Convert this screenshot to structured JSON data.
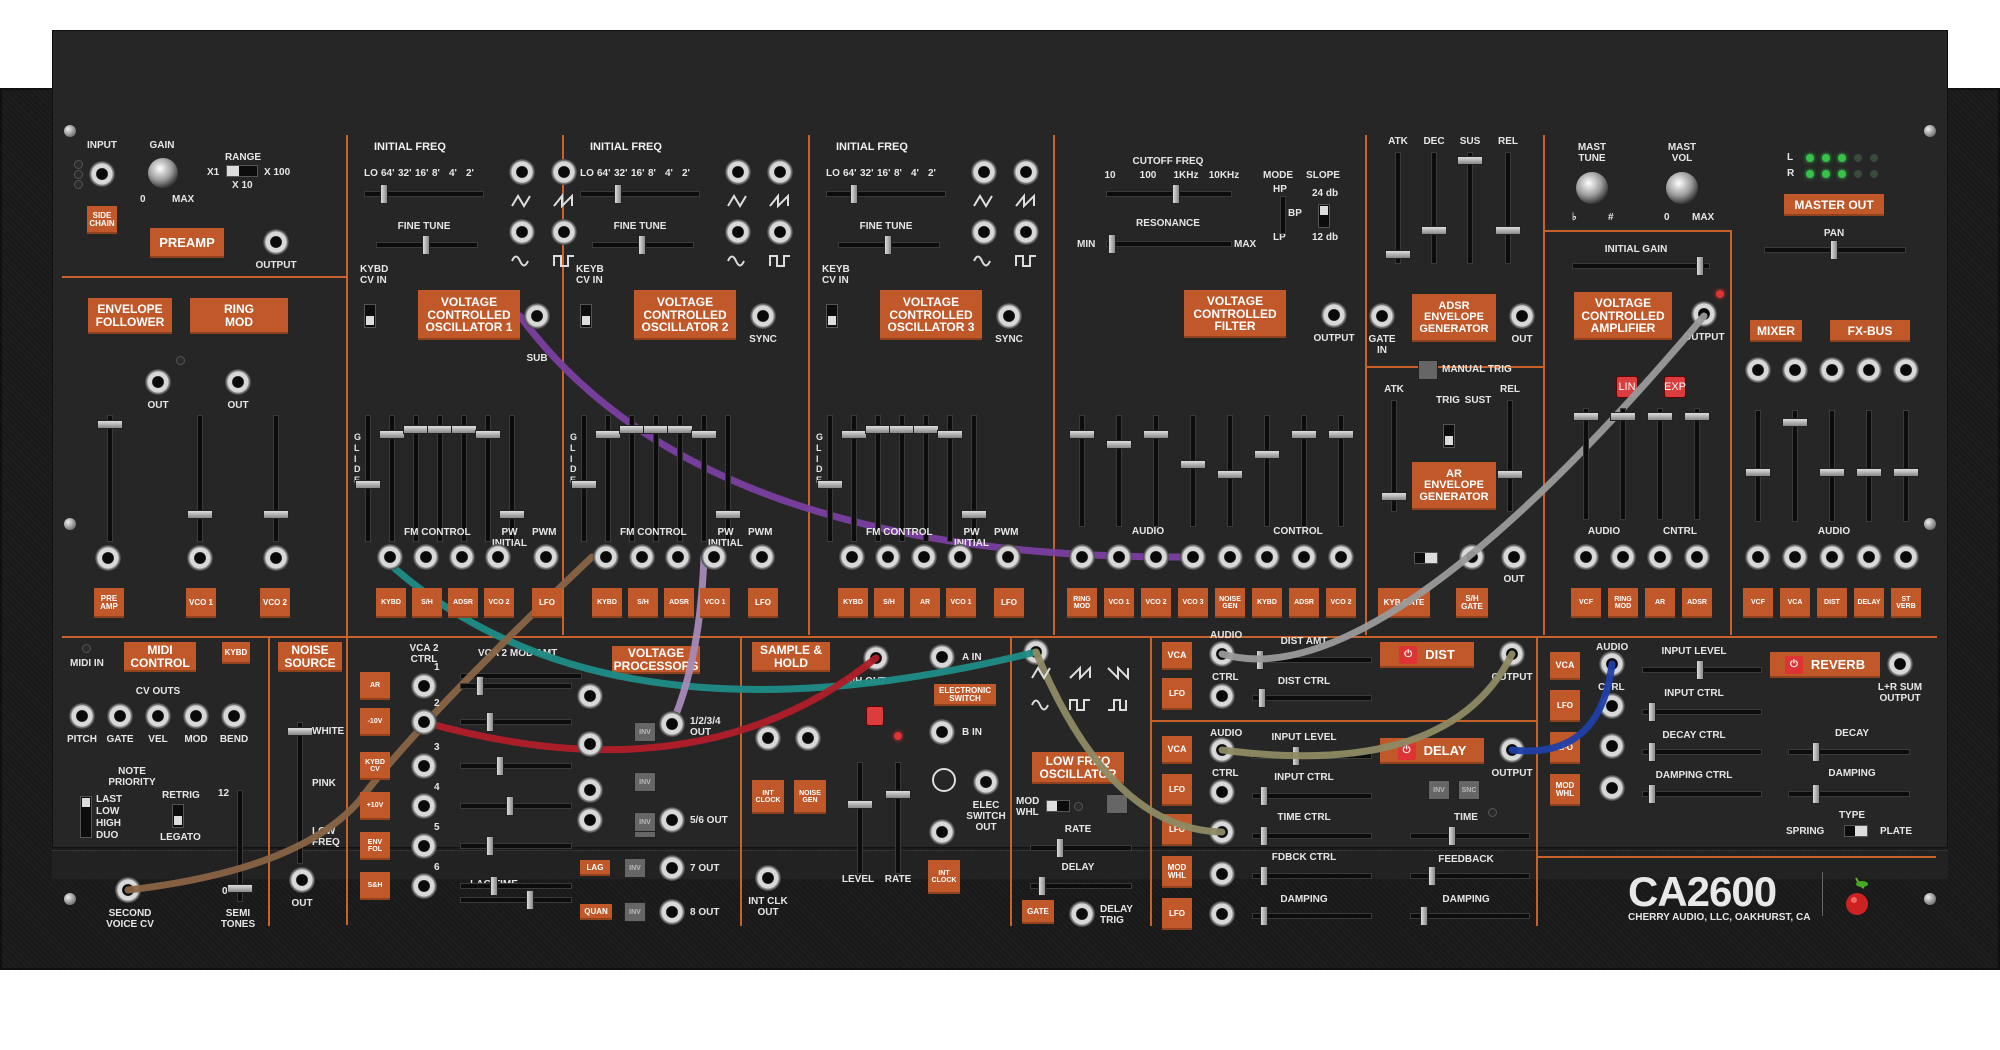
{
  "brand": {
    "name": "CA2600",
    "company": "CHERRY AUDIO, LLC, OAKHURST, CA"
  },
  "preamp": {
    "input": "INPUT",
    "gain": "GAIN",
    "range": "RANGE",
    "x1": "X1",
    "x10": "X 10",
    "x100": "X 100",
    "zero": "0",
    "max": "MAX",
    "side_chain": "SIDE\nCHAIN",
    "title": "PREAMP",
    "output": "OUTPUT"
  },
  "env_follower": {
    "title": "ENVELOPE\nFOLLOWER",
    "ring_mod": "RING\nMOD",
    "out1": "OUT",
    "out2": "OUT"
  },
  "vco": {
    "initial_freq": "INITIAL FREQ",
    "ranges": [
      "LO",
      "64'",
      "32'",
      "16'",
      "8'",
      "4'",
      "2'"
    ],
    "fine_tune": "FINE TUNE",
    "kybd_cv_in": "KYBD\nCV IN",
    "keyb_cv_in": "KEYB\nCV IN",
    "titles": [
      "VOLTAGE\nCONTROLLED\nOSCILLATOR 1",
      "VOLTAGE\nCONTROLLED\nOSCILLATOR 2",
      "VOLTAGE\nCONTROLLED\nOSCILLATOR 3"
    ],
    "sub": "SUB",
    "sync": "SYNC",
    "glide": "G\nL\nI\nD\nE",
    "fm_control": "FM CONTROL",
    "pw_initial": "PW\nINITIAL",
    "pwm": "PWM",
    "sources": [
      "KYBD",
      "S/H",
      "ADSR",
      "VCO 2",
      "LFO"
    ],
    "sources2": [
      "KYBD",
      "S/H",
      "ADSR",
      "VCO 1",
      "LFO"
    ],
    "sources3": [
      "KYBD",
      "S/H",
      "AR",
      "VCO 1",
      "LFO"
    ]
  },
  "vcf": {
    "cutoff": "CUTOFF FREQ",
    "marks": [
      "10",
      "100",
      "1KHz",
      "10KHz"
    ],
    "mode": "MODE",
    "slope": "SLOPE",
    "hp": "HP",
    "bp": "BP",
    "lp": "LP",
    "db24": "24 db",
    "db12": "12 db",
    "resonance": "RESONANCE",
    "min": "MIN",
    "max": "MAX",
    "title": "VOLTAGE\nCONTROLLED\nFILTER",
    "output": "OUTPUT",
    "audio": "AUDIO",
    "control": "CONTROL",
    "sources": [
      "RING\nMOD",
      "VCO 1",
      "VCO 2",
      "VCO 3",
      "NOISE\nGEN",
      "KYBD",
      "ADSR",
      "VCO 2"
    ]
  },
  "adsr": {
    "atk": "ATK",
    "dec": "DEC",
    "sus": "SUS",
    "rel": "REL",
    "gate_in": "GATE\nIN",
    "title": "ADSR\nENVELOPE\nGENERATOR",
    "out": "OUT",
    "manual_trig": "MANUAL TRIG"
  },
  "ar": {
    "atk": "ATK",
    "rel": "REL",
    "trig": "TRIG",
    "sust": "SUST",
    "title": "AR\nENVELOPE\nGENERATOR",
    "kyb_gate": "KYB GATE",
    "sh_gate": "S/H\nGATE",
    "out": "OUT"
  },
  "vca": {
    "mast_tune": "MAST\nTUNE",
    "mast_vol": "MAST\nVOL",
    "b": "♭",
    "s": "#",
    "zero": "0",
    "max": "MAX",
    "initial_gain": "INITIAL GAIN",
    "title": "VOLTAGE\nCONTROLLED\nAMPLIFIER",
    "output": "OUTPUT",
    "lin": "LIN",
    "exp": "EXP",
    "audio": "AUDIO",
    "cntrl": "CNTRL",
    "sources": [
      "VCF",
      "RING\nMOD",
      "AR",
      "ADSR"
    ]
  },
  "master": {
    "l": "L",
    "r": "R",
    "title": "MASTER OUT",
    "pan": "PAN",
    "mixer": "MIXER",
    "fxbus": "FX-BUS",
    "audio": "AUDIO",
    "sources": [
      "VCF",
      "VCA",
      "DIST",
      "DELAY",
      "ST\nVERB"
    ]
  },
  "midi": {
    "midi_in": "MIDI IN",
    "title": "MIDI\nCONTROL",
    "kybd": "KYBD",
    "cv_outs": "CV OUTS",
    "jacks": [
      "PITCH",
      "GATE",
      "VEL",
      "MOD",
      "BEND"
    ],
    "note_priority": "NOTE\nPRIORITY",
    "last": "LAST",
    "low": "LOW",
    "high": "HIGH",
    "duo": "DUO",
    "retrig": "RETRIG",
    "legato": "LEGATO",
    "second_voice": "SECOND\nVOICE CV",
    "semi_tones": "SEMI\nTONES",
    "twelve": "12",
    "zero": "0"
  },
  "noise": {
    "title": "NOISE\nSOURCE",
    "white": "WHITE",
    "pink": "PINK",
    "low_freq": "LOW\nFREQ",
    "out": "OUT"
  },
  "vp": {
    "vca2_ctrl": "VCA 2\nCTRL",
    "vca2_mod": "VCA 2 MOD AMT",
    "title": "VOLTAGE\nPROCESSORS",
    "sources": [
      "AR",
      "-10V",
      "KYBD\nCV",
      "+10V",
      "ENV\nFOL",
      "S&H"
    ],
    "nums": [
      "1",
      "2",
      "3",
      "4",
      "5",
      "6",
      "7",
      "8"
    ],
    "out1234": "1/2/3/4\nOUT",
    "out56": "5/6 OUT",
    "out7": "7 OUT",
    "out8": "8 OUT",
    "inv": "INV",
    "lag": "LAG",
    "quan": "QUAN",
    "lag_time": "LAG TIME"
  },
  "sh": {
    "title": "SAMPLE &\nHOLD",
    "sh_out": "S/H OUT",
    "int_clock": "INT\nCLOCK",
    "noise_gen": "NOISE\nGEN",
    "level": "LEVEL",
    "rate": "RATE",
    "int_clk_out": "INT CLK\nOUT",
    "a_in": "A IN",
    "b_in": "B IN",
    "elec_switch": "ELECTRONIC\nSWITCH",
    "elec_switch_out": "ELEC\nSWITCH\nOUT",
    "int_clock2": "INT\nCLOCK"
  },
  "lfo": {
    "title": "LOW FREQ\nOSCILLATOR",
    "mod_whl": "MOD\nWHL",
    "rate": "RATE",
    "delay": "DELAY",
    "gate": "GATE",
    "delay_trig": "DELAY\nTRIG"
  },
  "dist": {
    "vca": "VCA",
    "audio": "AUDIO",
    "ctrl": "CTRL",
    "lfo": "LFO",
    "dist_amt": "DIST AMT",
    "dist_ctrl": "DIST CTRL",
    "title": "DIST",
    "output": "OUTPUT"
  },
  "delay": {
    "vca": "VCA",
    "audio": "AUDIO",
    "ctrl": "CTRL",
    "lfo": "LFO",
    "mod_whl": "MOD\nWHL",
    "input_level": "INPUT LEVEL",
    "input_ctrl": "INPUT CTRL",
    "time_ctrl": "TIME CTRL",
    "fdbck_ctrl": "FDBCK CTRL",
    "damping": "DAMPING",
    "title": "DELAY",
    "output": "OUTPUT",
    "time": "TIME",
    "feedback": "FEEDBACK",
    "damping2": "DAMPING",
    "inv": "INV",
    "sync": "SNC"
  },
  "reverb": {
    "vca": "VCA",
    "audio": "AUDIO",
    "ctrl": "CTRL",
    "lfo": "LFO",
    "mod_whl": "MOD\nWHL",
    "input_level": "INPUT LEVEL",
    "input_ctrl": "INPUT CTRL",
    "decay_ctrl": "DECAY CTRL",
    "damping_ctrl": "DAMPING CTRL",
    "title": "REVERB",
    "lr_sum": "L+R SUM\nOUTPUT",
    "decay": "DECAY",
    "damping": "DAMPING",
    "type": "TYPE",
    "spring": "SPRING",
    "plate": "PLATE"
  },
  "colors": {
    "orange": "#c0582a",
    "panel": "#262626",
    "cable_purple": "#7a3fa0",
    "cable_teal": "#1d8c86",
    "cable_red": "#b01e28",
    "cable_brown": "#8a6445",
    "cable_lilac": "#a68ab8",
    "cable_grey": "#9a9a9a",
    "cable_olive": "#8e8a63",
    "cable_blue": "#1f3fa8"
  }
}
